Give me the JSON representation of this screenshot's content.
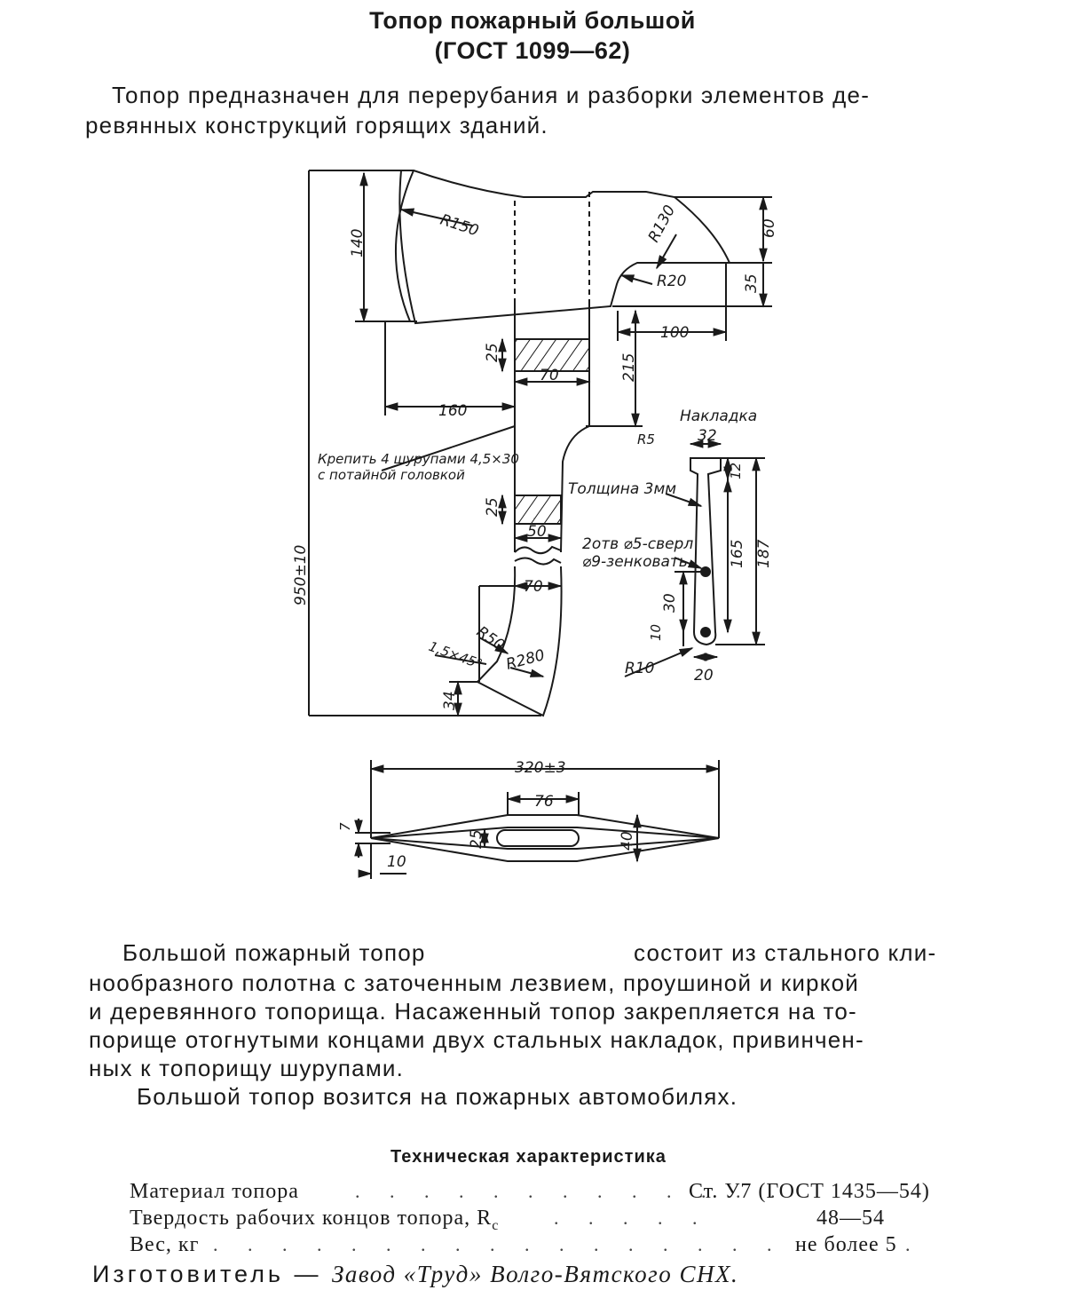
{
  "header": {
    "title": "Топор пожарный большой",
    "standard": "(ГОСТ 1099—62)"
  },
  "intro": {
    "line1": "Топор предназначен для перерубания и разборки элементов де-",
    "line2": "ревянных конструкций горящих зданий."
  },
  "drawing": {
    "dims": {
      "r150": "R150",
      "r130": "R130",
      "h140": "140",
      "h60": "60",
      "r20": "R20",
      "h35": "35",
      "w100": "100",
      "h25a": "25",
      "w70a": "70",
      "h215": "215",
      "w160": "160",
      "h25b": "25",
      "w50": "50",
      "w70b": "70",
      "r50": "R50",
      "chamfer": "1,5×45°",
      "r280": "R280",
      "h34": "34",
      "total_len": "950±10",
      "plate_title": "Накладка",
      "r5": "R5",
      "w32": "32",
      "h12": "12",
      "h165": "165",
      "h187": "187",
      "h30": "30",
      "h10": "10",
      "r10": "R10",
      "w20": "20",
      "w320": "320±3",
      "w76": "76",
      "h7": "7",
      "h25c": "25",
      "h40": "40",
      "w10": "10"
    },
    "notes": {
      "screws_line1": "Крепить 4 шурупами 4,5×30",
      "screws_line2": "с потайной головкой",
      "thickness": "Толщина 3мм",
      "holes_line1": "2отв ⌀5-сверл",
      "holes_line2": "⌀9-зенковать"
    }
  },
  "description": {
    "line1a": "Большой пожарный топор",
    "line1b": "состоит из стального кли-",
    "line2": "нообразного полотна с заточенным лезвием, проушиной и киркой",
    "line3": "и деревянного топорища. Насаженный топор закрепляется на то-",
    "line4": "порище отогнутыми концами двух стальных накладок, привинчен-",
    "line5": "ных к топорищу шурупами.",
    "line6": "Большой топор возится на пожарных автомобилях."
  },
  "specs": {
    "heading": "Техническая характеристика",
    "rows": [
      {
        "label": "Материал  топора",
        "dots": ". . . . . . . . . . . . .",
        "value": "Ст. У7 (ГОСТ 1435—54)"
      },
      {
        "label": "Твердость рабочих концов топора, R",
        "sub": "c",
        "dots": ". . . . .",
        "value": "48—54"
      },
      {
        "label": "Вес, кг",
        "dots": ". . . . . . . . . . . . . . . . . . . . .",
        "value": "не более 5"
      }
    ]
  },
  "manufacturer": {
    "label": "Изготовитель —",
    "value": "Завод «Труд» Волго-Вятского СНХ."
  }
}
